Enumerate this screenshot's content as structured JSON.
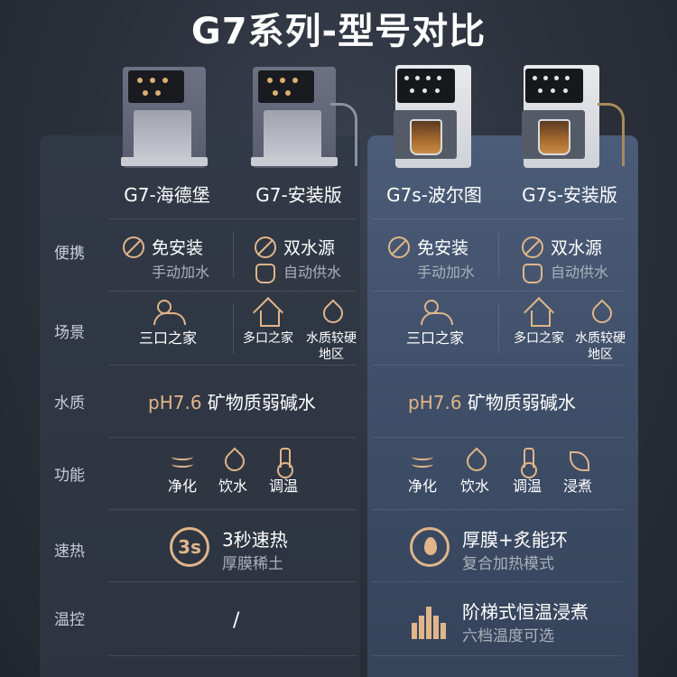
{
  "title": "G7系列-型号对比",
  "products": [
    {
      "name": "G7-海德堡"
    },
    {
      "name": "G7-安装版"
    },
    {
      "name": "G7s-波尔图"
    },
    {
      "name": "G7s-安装版"
    }
  ],
  "rows": {
    "portable": "便携",
    "scene": "场景",
    "water": "水质",
    "function": "功能",
    "heating": "速热",
    "temp": "温控"
  },
  "portable": {
    "install_free": "免安装",
    "manual_water": "手动加水",
    "dual_source": "双水源",
    "auto_water": "自动供水"
  },
  "scene": {
    "three": "三口之家",
    "multi": "多口之家",
    "hard_line1": "水质较硬",
    "hard_line2": "地区"
  },
  "water": {
    "ph": "pH7.6",
    "desc": "矿物质弱碱水"
  },
  "function": {
    "purify": "净化",
    "drink": "饮水",
    "adjust": "调温",
    "steep": "浸煮"
  },
  "heating": {
    "badge": "3s",
    "left_title": "3秒速热",
    "left_sub": "厚膜稀土",
    "right_title": "厚膜+炙能环",
    "right_sub": "复合加热模式"
  },
  "temp": {
    "left": "/",
    "right_title": "阶梯式恒温浸煮",
    "right_sub": "六档温度可选"
  },
  "colors": {
    "accent": "#e0b58a",
    "highlight_panel": "#4b5c78",
    "background": "#2a2f39"
  }
}
